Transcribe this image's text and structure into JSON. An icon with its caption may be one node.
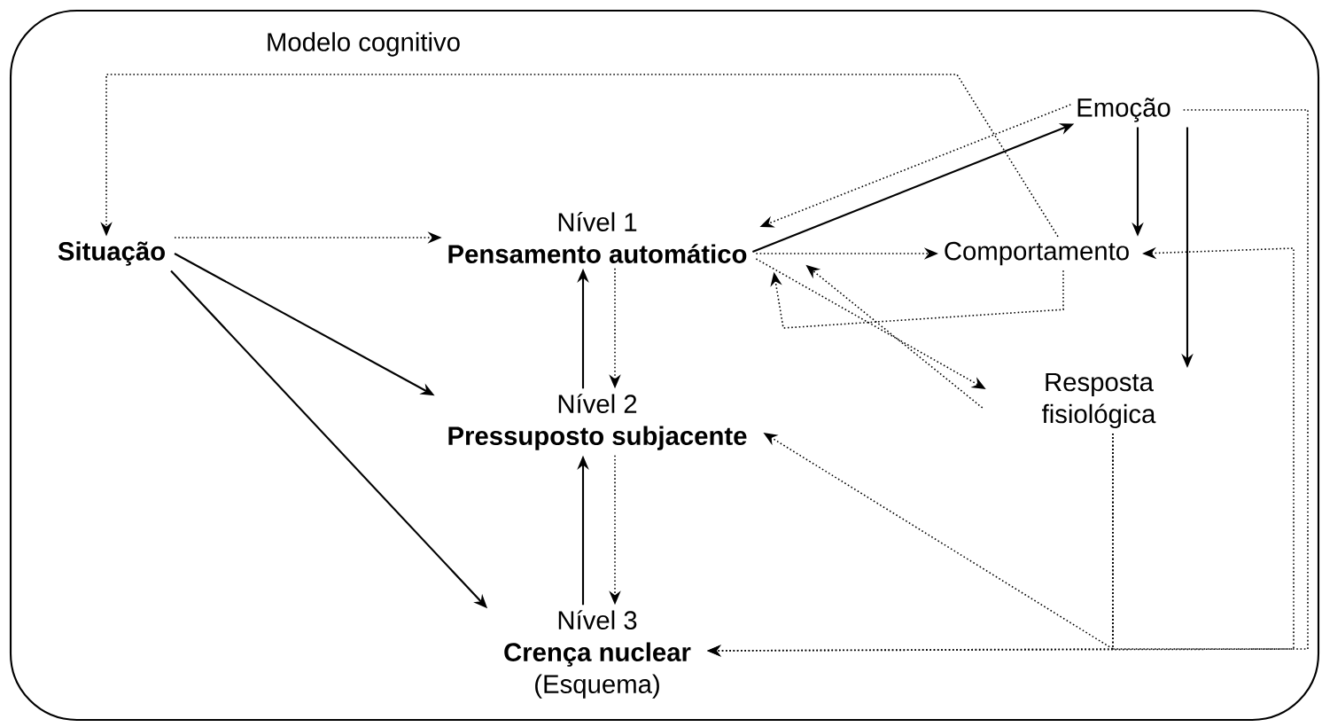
{
  "diagram": {
    "title": "Modelo cognitivo",
    "nodes": [
      {
        "text": [
          "Situação"
        ]
      },
      {
        "text": [
          "Nível 1",
          "Pensamento automático"
        ]
      },
      {
        "text": [
          "Nível 2",
          "Pressuposto subjacente"
        ]
      },
      {
        "text": [
          "Nível 3",
          "Crença nuclear",
          "(Esquema)"
        ]
      },
      {
        "text": [
          "Emoção"
        ]
      },
      {
        "text": [
          "Comportamento"
        ]
      },
      {
        "text": [
          "Resposta fisiológica"
        ]
      }
    ],
    "edges": [
      {
        "from": 0,
        "to": 1,
        "arrow": "to",
        "style": "dashed"
      },
      {
        "from": 0,
        "to": 2,
        "arrow": "to"
      },
      {
        "from": 0,
        "to": 3,
        "arrow": "to"
      },
      {
        "from": 2,
        "to": 1,
        "arrow": "to"
      },
      {
        "from": 1,
        "to": 2,
        "arrow": "to",
        "style": "dashed"
      },
      {
        "from": 3,
        "to": 2,
        "arrow": "to"
      },
      {
        "from": 2,
        "to": 3,
        "arrow": "to",
        "style": "dashed"
      },
      {
        "from": 1,
        "to": 4,
        "arrow": "to"
      },
      {
        "from": 4,
        "to": 1,
        "arrow": "to",
        "style": "dashed"
      },
      {
        "from": 1,
        "to": 5,
        "arrow": "to",
        "style": "dashed"
      },
      {
        "from": 5,
        "to": 1,
        "arrow": "to",
        "style": "dashed"
      },
      {
        "from": 1,
        "to": 6,
        "arrow": "to",
        "style": "dashed"
      },
      {
        "from": 6,
        "to": 1,
        "arrow": "to",
        "style": "dashed"
      },
      {
        "from": 4,
        "to": 5,
        "arrow": "to"
      },
      {
        "from": 4,
        "to": 6,
        "arrow": "to"
      },
      {
        "from": 4,
        "to": 3,
        "arrow": "to",
        "style": "dashed"
      },
      {
        "from": 6,
        "to": 3,
        "arrow": "to",
        "style": "dashed"
      },
      {
        "from": 6,
        "to": 2,
        "arrow": "to",
        "style": "dashed"
      },
      {
        "from": 6,
        "to": 5,
        "arrow": "to",
        "style": "dashed"
      },
      {
        "from": 5,
        "to": 0,
        "arrow": "to",
        "style": "dashed"
      }
    ]
  }
}
